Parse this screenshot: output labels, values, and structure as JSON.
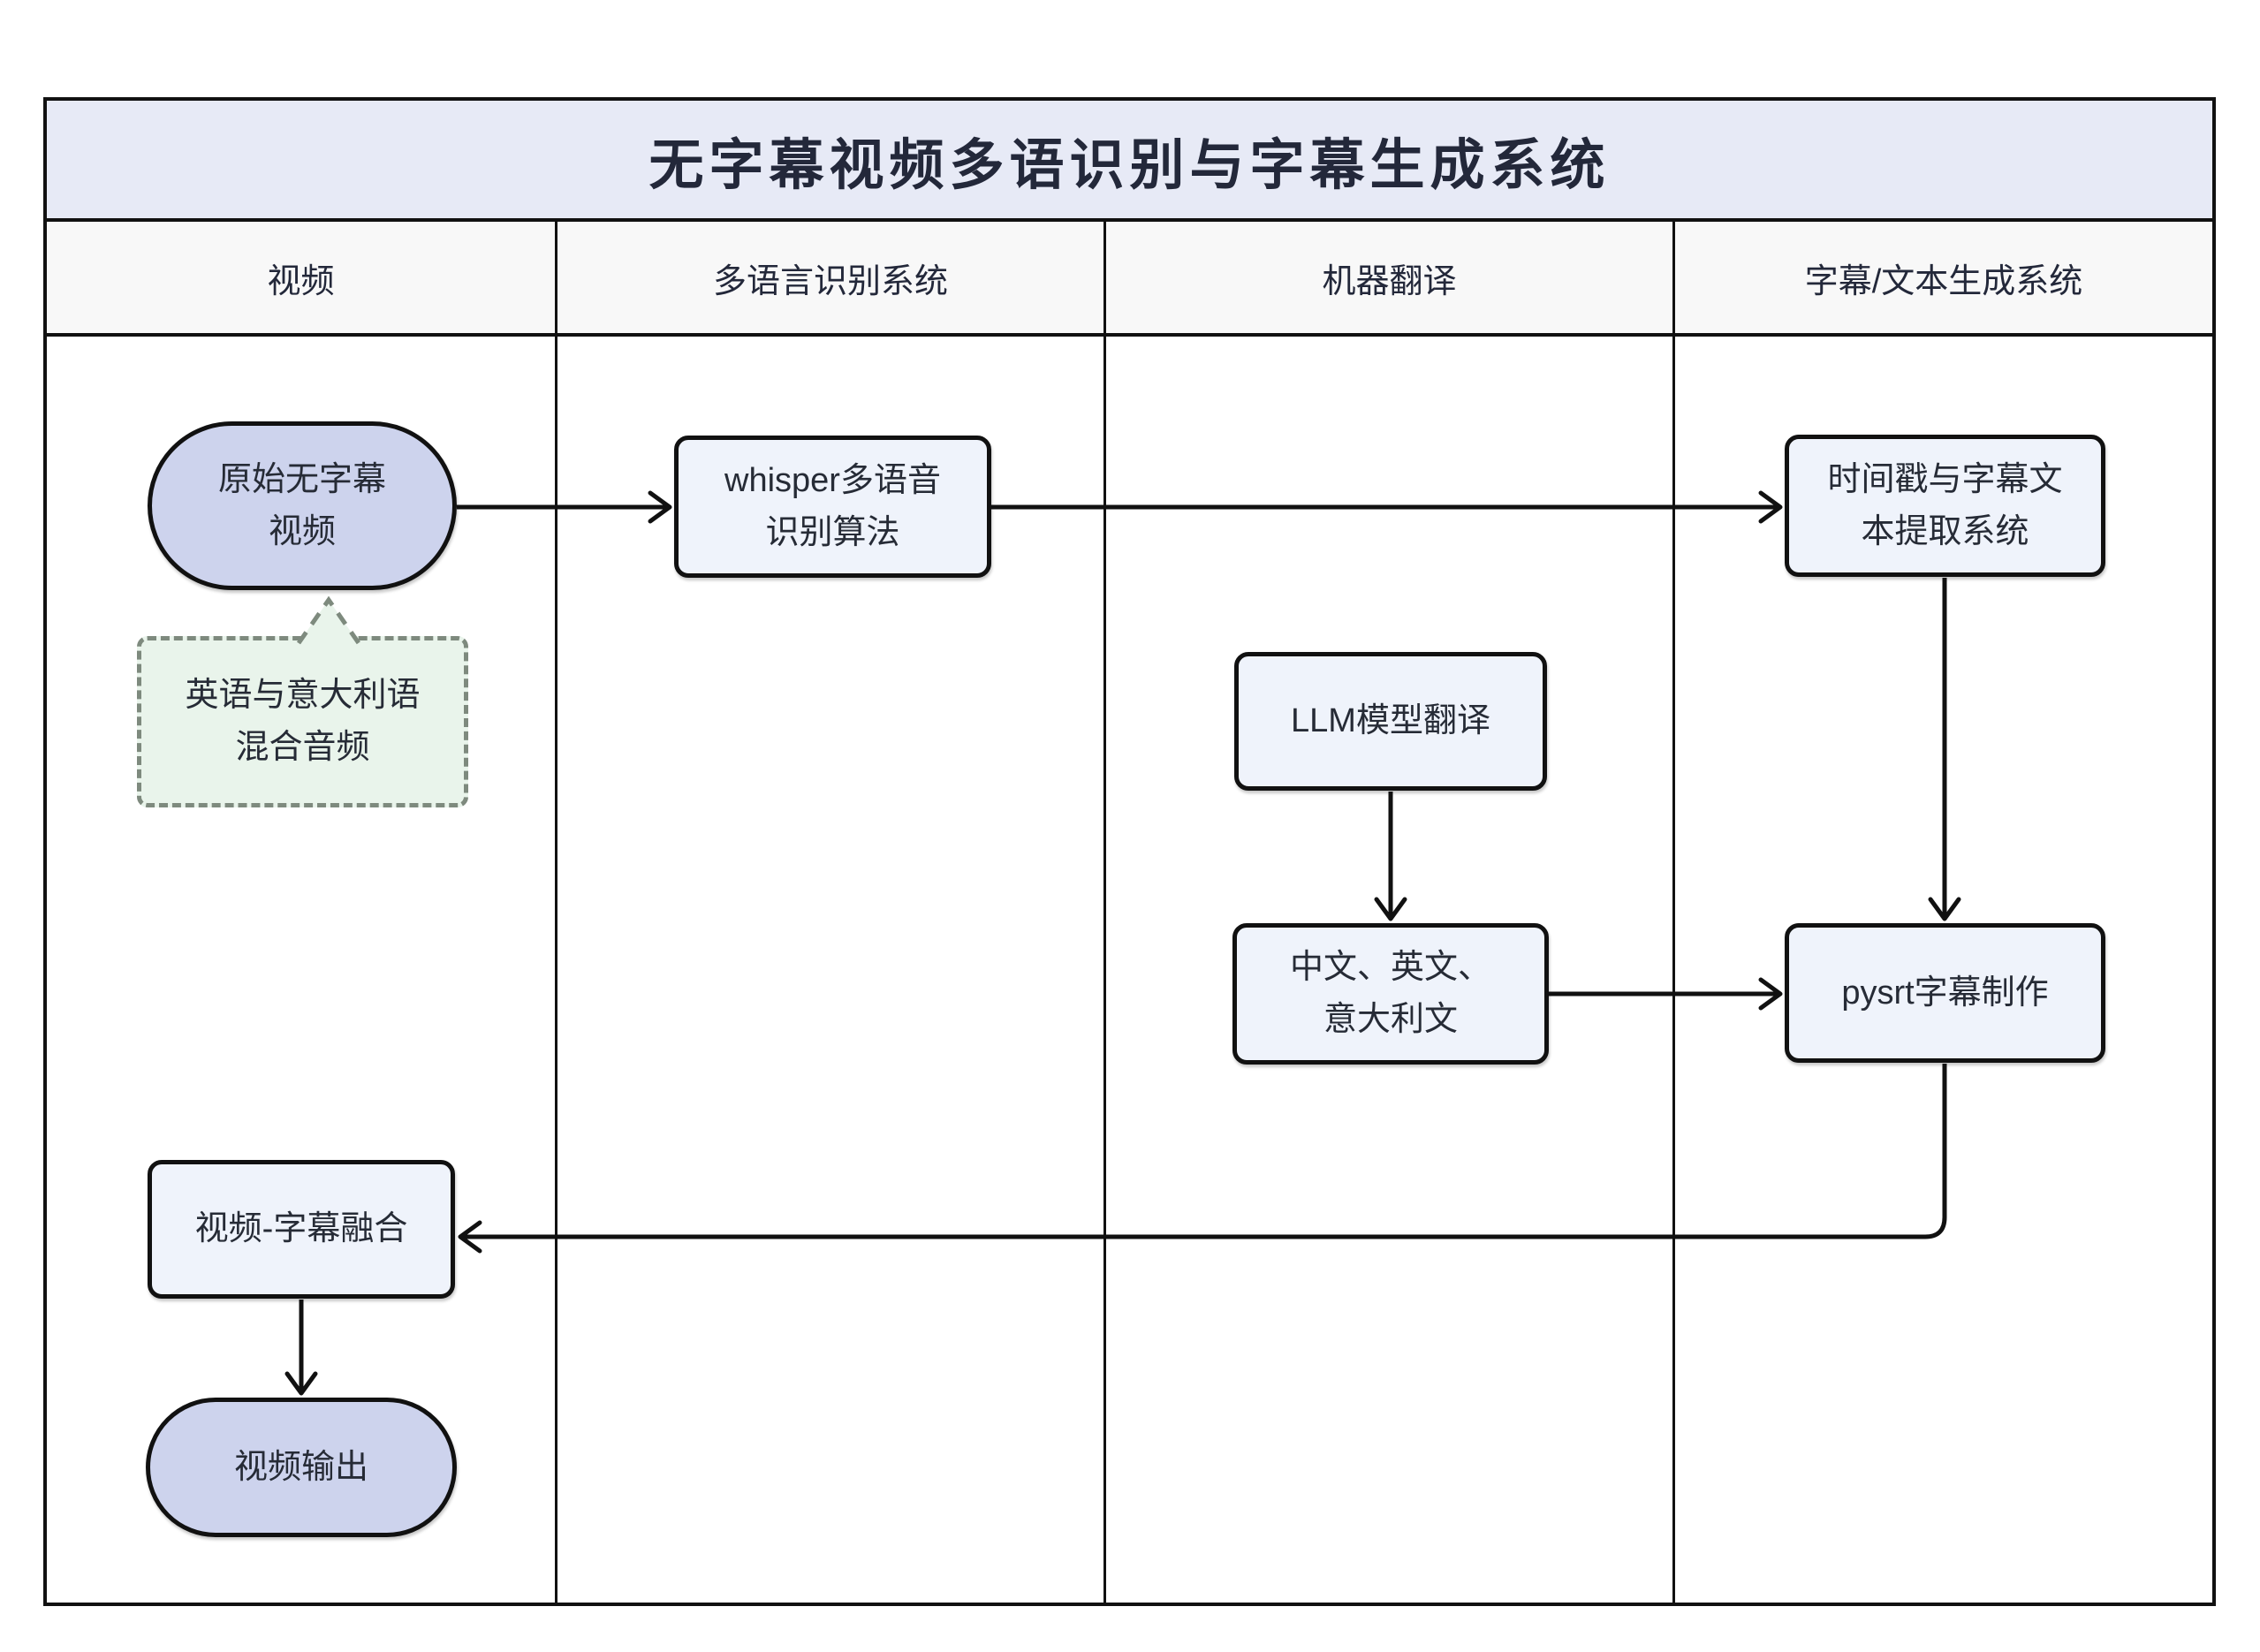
{
  "diagram": {
    "title": "无字幕视频多语识别与字幕生成系统",
    "lanes": [
      {
        "label": "视频"
      },
      {
        "label": "多语言识别系统"
      },
      {
        "label": "机器翻译"
      },
      {
        "label": "字幕/文本生成系统"
      }
    ],
    "nodes": {
      "original_video": {
        "shape": "stadium",
        "line1": "原始无字幕",
        "line2": "视频"
      },
      "audio_note": {
        "shape": "note",
        "line1": "英语与意大利语",
        "line2": "混合音频"
      },
      "whisper": {
        "shape": "process",
        "line1": "whisper多语音",
        "line2": "识别算法"
      },
      "timestamp_extract": {
        "shape": "process",
        "line1": "时间戳与字幕文",
        "line2": "本提取系统"
      },
      "llm_translate": {
        "shape": "process",
        "line1": "LLM模型翻译"
      },
      "languages": {
        "shape": "process",
        "line1": "中文、英文、",
        "line2": "意大利文"
      },
      "pysrt": {
        "shape": "process",
        "line1": "pysrt字幕制作"
      },
      "merge": {
        "shape": "process",
        "line1": "视频-字幕融合"
      },
      "video_output": {
        "shape": "stadium",
        "line1": "视频输出"
      }
    },
    "edges": [
      "original_video -> whisper",
      "whisper -> timestamp_extract",
      "timestamp_extract -> pysrt",
      "llm_translate -> languages",
      "languages -> pysrt",
      "pysrt -> merge",
      "merge -> video_output",
      "audio_note -. original_video"
    ],
    "colors": {
      "title_bg": "#E7EAF6",
      "header_bg": "#F8F8F8",
      "stadium_fill": "#CDD3ED",
      "process_fill": "#EFF3FB",
      "note_fill": "#E9F4EB",
      "note_border": "#7E8A7E",
      "line_color": "#111111",
      "text_color": "#262B36"
    }
  }
}
